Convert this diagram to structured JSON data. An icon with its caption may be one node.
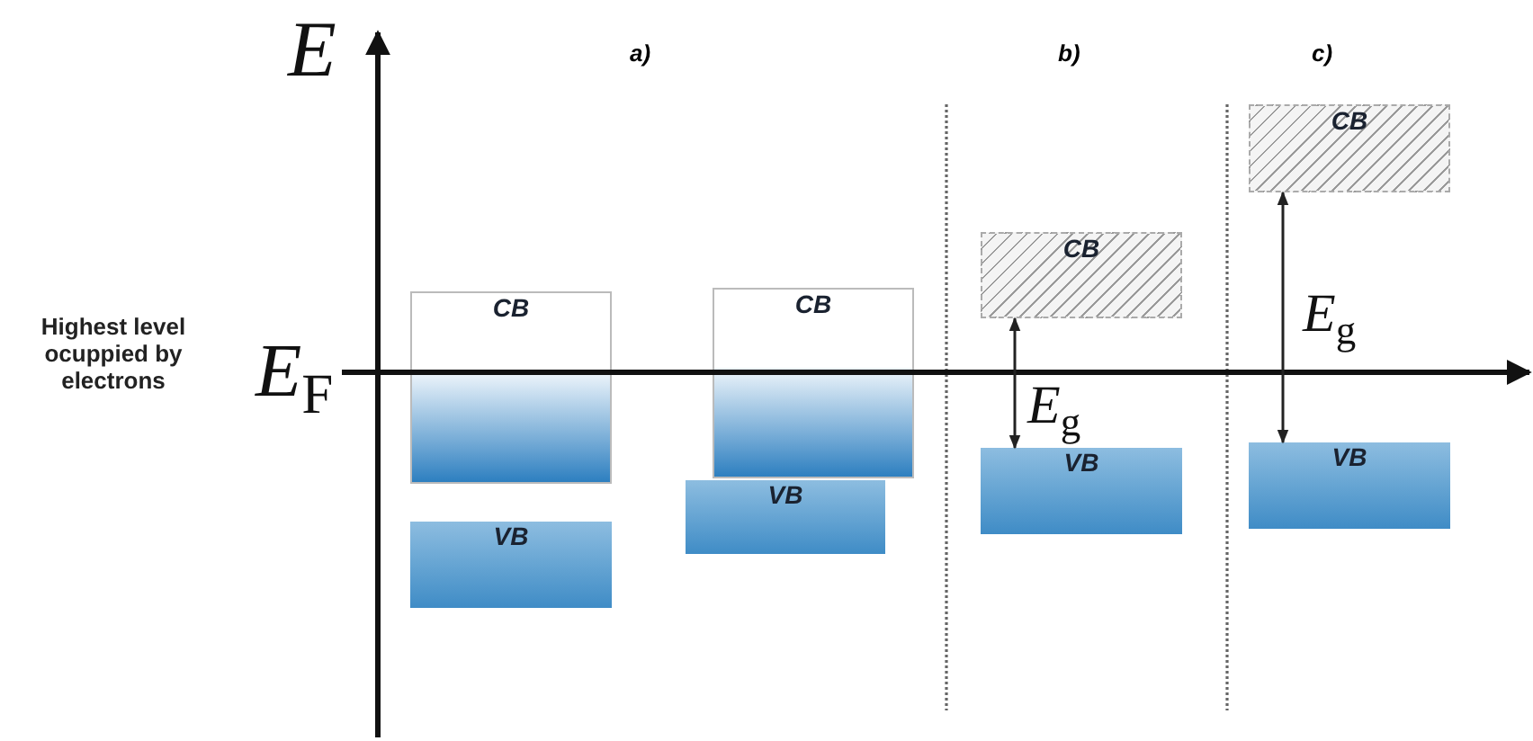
{
  "diagram": {
    "nodes": [
      {
        "text": [
          "CB"
        ]
      },
      {
        "text": [
          "VB"
        ]
      },
      {
        "text": [
          "CB"
        ]
      },
      {
        "text": [
          "VB"
        ]
      },
      {
        "text": [
          "CB"
        ]
      },
      {
        "text": [
          "VB"
        ]
      },
      {
        "text": [
          "CB"
        ]
      },
      {
        "text": [
          "VB"
        ]
      }
    ],
    "edges": [
      {
        "from": 4,
        "to": 5,
        "arrow": "both",
        "label": "*E*$_{g}$"
      },
      {
        "from": 6,
        "to": 7,
        "arrow": "both",
        "label": "*E*$_{g}$"
      }
    ],
    "labels": [
      "E",
      "a)",
      "b)",
      "c)",
      "Highest level ocuppied by electrons",
      "*E*$_{F}$"
    ]
  }
}
